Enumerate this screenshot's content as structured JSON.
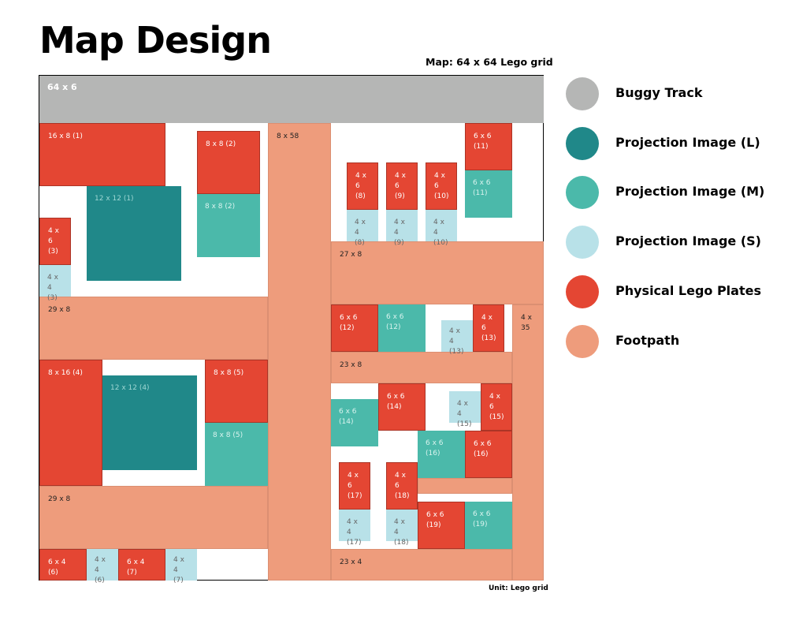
{
  "page": {
    "title": "Map Design",
    "subtitle": "Map: 64 x 64 Lego grid",
    "unit": "Unit: Lego grid"
  },
  "colors": {
    "track": "#b5b6b5",
    "projection_l": "#208889",
    "projection_m": "#4bb9aa",
    "projection_s": "#b8e1e8",
    "plate": "#e44633",
    "footpath": "#ee9c7c"
  },
  "legend": [
    {
      "label": "Buggy Track",
      "color": "#b5b6b5"
    },
    {
      "label": "Projection Image (L)",
      "color": "#208889"
    },
    {
      "label": "Projection Image (M)",
      "color": "#4bb9aa"
    },
    {
      "label": "Projection Image (S)",
      "color": "#b8e1e8"
    },
    {
      "label": "Physical Lego Plates",
      "color": "#e44633"
    },
    {
      "label": "Footpath",
      "color": "#ee9c7c"
    }
  ],
  "map": {
    "labels": {
      "track": "64 x 6",
      "path_8x58": "8 x 58",
      "path_29x8_a": "29 x 8",
      "path_29x8_b": "29 x 8",
      "path_27x8": "27 x 8",
      "path_23x8": "23 x 8",
      "path_23x4": "23 x 4",
      "path_4x35": "4 x 35",
      "p16x8_1": "16 x 8 (1)",
      "l12x12_1": "12 x 12 (1)",
      "p8x8_2": "8 x 8 (2)",
      "m8x8_2": "8 x 8 (2)",
      "p4x6_3": "4 x 6\n(3)",
      "s4x4_3": "4 x 4\n(3)",
      "p8x16_4": "8 x 16 (4)",
      "l12x12_4": "12 x 12 (4)",
      "p8x8_5": "8 x 8 (5)",
      "m8x8_5": "8 x 8 (5)",
      "p6x4_6": "6 x 4 (6)",
      "s4x4_6": "4 x 4\n(6)",
      "p6x4_7": "6 x 4 (7)",
      "s4x4_7": "4 x 4\n(7)",
      "p4x6_8": "4 x 6\n(8)",
      "s4x4_8": "4 x 4\n(8)",
      "p4x6_9": "4 x 6\n(9)",
      "s4x4_9": "4 x 4\n(9)",
      "p4x6_10": "4 x 6\n(10)",
      "s4x4_10": "4 x 4\n(10)",
      "p6x6_11": "6 x 6 (11)",
      "m6x6_11": "6 x 6 (11)",
      "p6x6_12": "6 x 6 (12)",
      "m6x6_12": "6 x 6 (12)",
      "s4x4_13": "4 x 4\n(13)",
      "p4x6_13": "4 x 6\n(13)",
      "m6x6_14": "6 x 6 (14)",
      "p6x6_14": "6 x 6 (14)",
      "s4x4_15": "4 x 4\n(15)",
      "p4x6_15": "4 x 6\n(15)",
      "m6x6_16": "6 x 6 (16)",
      "p6x6_16": "6 x 6 (16)",
      "p4x6_17": "4 x 6\n(17)",
      "s4x4_17": "4 x 4\n(17)",
      "p4x6_18": "4 x 6\n(18)",
      "s4x4_18": "4 x 4\n(18)",
      "p6x6_19": "6 x 6 (19)",
      "m6x6_19": "6 x 6 (19)"
    }
  }
}
